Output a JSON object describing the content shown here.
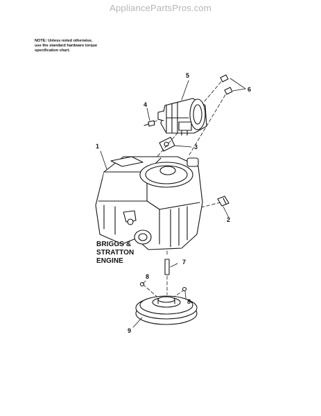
{
  "watermark": "AppliancePartsPros.com",
  "note": {
    "lines": [
      "NOTE: Unless noted otherwise,",
      "use the standard hardware torque",
      "specification chart."
    ]
  },
  "engine_label": {
    "lines": [
      "BRIGGS &",
      "STRATTON",
      "ENGINE"
    ]
  },
  "callouts": {
    "c1": "1",
    "c2": "2",
    "c3": "3",
    "c4": "4",
    "c5": "5",
    "c6": "6",
    "c7": "7",
    "c8a": "8",
    "c8b": "8",
    "c9": "9"
  }
}
